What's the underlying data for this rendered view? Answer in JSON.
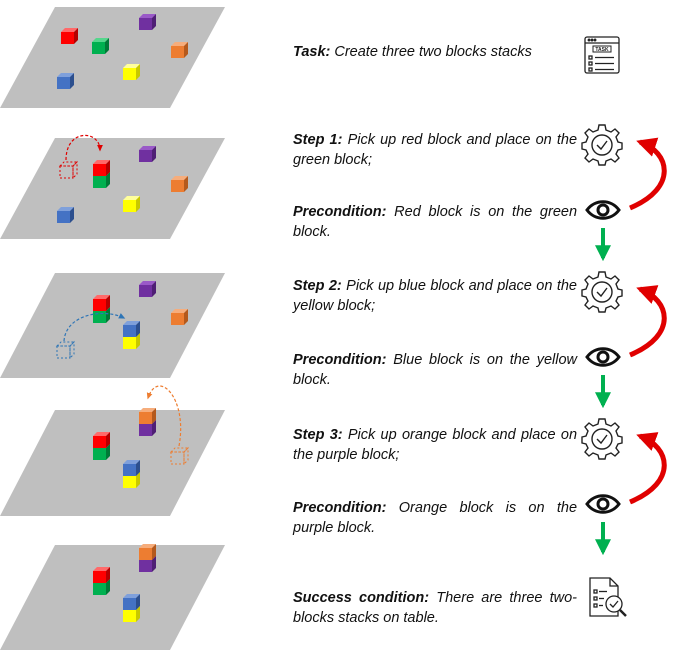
{
  "task": {
    "label": "Task:",
    "text": "Create three two blocks stacks",
    "icon": "task-list-icon"
  },
  "steps": [
    {
      "label": "Step 1:",
      "text": "Pick up red block and place on the green block;",
      "icon": "gear-check-icon",
      "precondition_label": "Precondition:",
      "precondition_text": "Red block is on the green block.",
      "pre_icon": "eye-icon"
    },
    {
      "label": "Step 2:",
      "text": "Pick up blue block and place on the yellow block;",
      "icon": "gear-check-icon",
      "precondition_label": "Precondition:",
      "precondition_text": "Blue block is on the yellow block.",
      "pre_icon": "eye-icon"
    },
    {
      "label": "Step 3:",
      "text": "Pick up orange block and place on the purple block;",
      "icon": "gear-check-icon",
      "precondition_label": "Precondition:",
      "precondition_text": "Orange block is on the purple block.",
      "pre_icon": "eye-icon"
    }
  ],
  "success": {
    "label": "Success condition:",
    "text": "There are three two-blocks stacks on table.",
    "icon": "document-search-icon"
  },
  "colors": {
    "table": "#bfbfbf",
    "red": "#ff0000",
    "green": "#00b050",
    "blue": "#4472c4",
    "yellow": "#ffff00",
    "purple": "#7030a0",
    "orange": "#ed7d31",
    "retry_arrow": "#e00000",
    "next_arrow": "#00b050"
  }
}
